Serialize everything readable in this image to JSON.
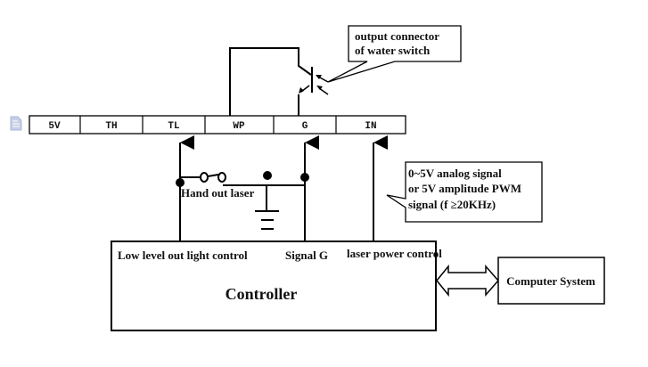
{
  "doc_icon": "document-icon",
  "terminal_strip": {
    "pins": [
      "5V",
      "TH",
      "TL",
      "WP",
      "G",
      "IN"
    ]
  },
  "callouts": {
    "water_switch": [
      "output connector",
      "of water switch"
    ],
    "signal_note": [
      "0~5V analog signal",
      "or 5V amplitude PWM",
      "signal (f ≥20KHz)"
    ]
  },
  "switch_label": "Hand out laser",
  "controller": {
    "title": "Controller",
    "ports": {
      "low_level": "Low level out light control",
      "signal_g": "Signal G",
      "laser_power": "laser power control"
    }
  },
  "computer": {
    "label": "Computer System"
  },
  "colors": {
    "line": "#000000",
    "icon": "#a9b8d8"
  }
}
